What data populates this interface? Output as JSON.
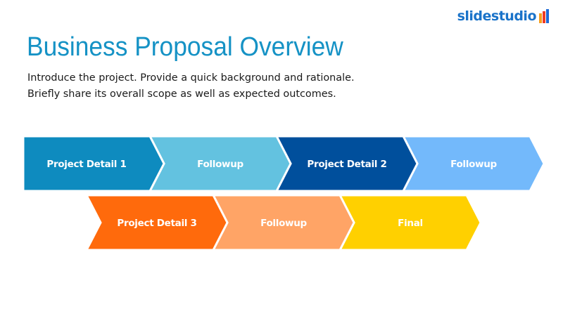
{
  "brand": {
    "name": "slidestudio",
    "text_color": "#1a73c9",
    "mark_colors": [
      "#f7a01d",
      "#ef3b24",
      "#1f6bd6"
    ]
  },
  "slide": {
    "title": "Business Proposal Overview",
    "title_color": "#1592c5",
    "intro": [
      "Introduce the project. Provide a quick background and rationale.",
      "Briefly share its overall scope as well as expected outcomes."
    ]
  },
  "process": {
    "row1": [
      {
        "label": "Project Detail 1",
        "color": "#0e8bbf",
        "icon": "chevron-start"
      },
      {
        "label": "Followup",
        "color": "#63c2e0",
        "icon": "chevron"
      },
      {
        "label": "Project Detail 2",
        "color": "#004f9c",
        "icon": "chevron"
      },
      {
        "label": "Followup",
        "color": "#73b9fb",
        "icon": "chevron"
      }
    ],
    "row2": [
      {
        "label": "Project Detail 3",
        "color": "#ff6a0c",
        "icon": "chevron"
      },
      {
        "label": "Followup",
        "color": "#ffa466",
        "icon": "chevron"
      },
      {
        "label": "Final",
        "color": "#ffd000",
        "icon": "chevron"
      }
    ]
  }
}
